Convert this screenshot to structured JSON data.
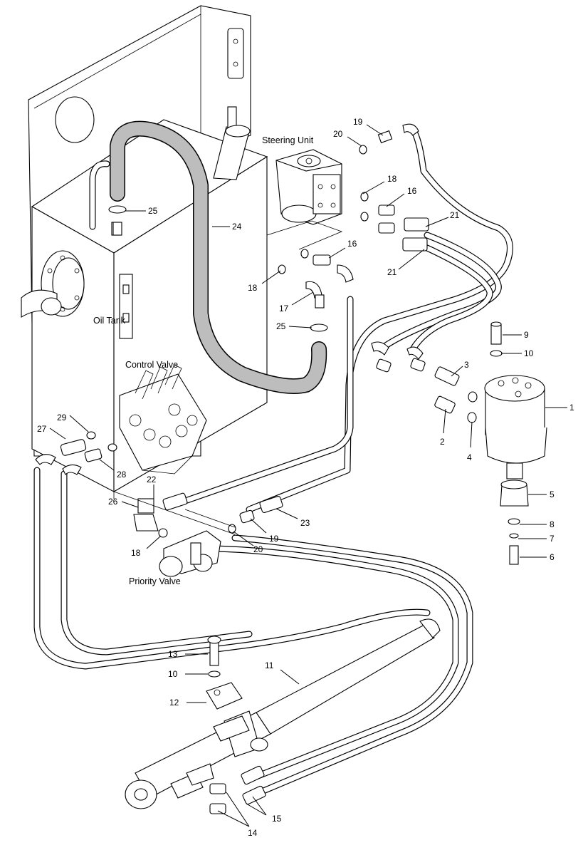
{
  "component_names": {
    "steering_unit": "Steering Unit",
    "oil_tank": "Oil Tank",
    "control_valve": "Control Valve",
    "priority_valve": "Priority Valve"
  },
  "callouts": [
    {
      "id": "c19a",
      "text": "19"
    },
    {
      "id": "c20a",
      "text": "20"
    },
    {
      "id": "c18a",
      "text": "18"
    },
    {
      "id": "c16a",
      "text": "16"
    },
    {
      "id": "c21a",
      "text": "21"
    },
    {
      "id": "c21b",
      "text": "21"
    },
    {
      "id": "c25a",
      "text": "25"
    },
    {
      "id": "c24",
      "text": "24"
    },
    {
      "id": "c16b",
      "text": "16"
    },
    {
      "id": "c18b",
      "text": "18"
    },
    {
      "id": "c17",
      "text": "17"
    },
    {
      "id": "c25b",
      "text": "25"
    },
    {
      "id": "c9",
      "text": "9"
    },
    {
      "id": "c10a",
      "text": "10"
    },
    {
      "id": "c3",
      "text": "3"
    },
    {
      "id": "c1",
      "text": "1"
    },
    {
      "id": "c2",
      "text": "2"
    },
    {
      "id": "c4",
      "text": "4"
    },
    {
      "id": "c5",
      "text": "5"
    },
    {
      "id": "c8",
      "text": "8"
    },
    {
      "id": "c7",
      "text": "7"
    },
    {
      "id": "c6",
      "text": "6"
    },
    {
      "id": "c29",
      "text": "29"
    },
    {
      "id": "c27",
      "text": "27"
    },
    {
      "id": "c28",
      "text": "28"
    },
    {
      "id": "c22",
      "text": "22"
    },
    {
      "id": "c26",
      "text": "26"
    },
    {
      "id": "c23",
      "text": "23"
    },
    {
      "id": "c19b",
      "text": "19"
    },
    {
      "id": "c18c",
      "text": "18"
    },
    {
      "id": "c20b",
      "text": "20"
    },
    {
      "id": "c13",
      "text": "13"
    },
    {
      "id": "c11",
      "text": "11"
    },
    {
      "id": "c10b",
      "text": "10"
    },
    {
      "id": "c12",
      "text": "12"
    },
    {
      "id": "c15",
      "text": "15"
    },
    {
      "id": "c14",
      "text": "14"
    }
  ]
}
